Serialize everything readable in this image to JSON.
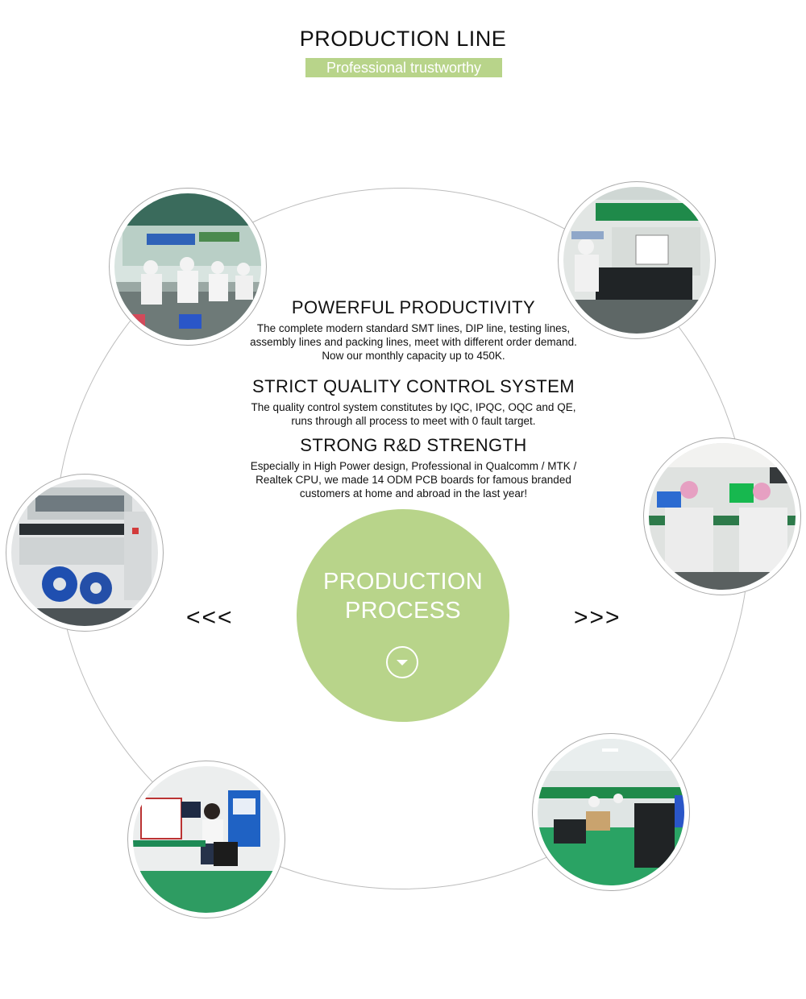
{
  "header": {
    "title": "PRODUCTION LINE",
    "subtitle": "Professional trustworthy"
  },
  "sections": [
    {
      "heading": "POWERFUL PRODUCTIVITY",
      "lines": [
        "The complete modern standard SMT lines, DIP line, testing lines,",
        "assembly lines and packing lines, meet with different order demand.",
        "Now our monthly capacity up to 450K."
      ]
    },
    {
      "heading": "STRICT QUALITY CONTROL SYSTEM",
      "lines": [
        "The quality control system constitutes by IQC, IPQC, OQC and QE,",
        "runs through all process to meet with 0 fault target."
      ]
    },
    {
      "heading": "STRONG R&D STRENGTH",
      "lines": [
        "Especially in High Power design, Professional in Qualcomm / MTK /",
        "Realtek CPU, we made 14 ODM PCB boards for famous branded",
        "customers at home and abroad in the last year!"
      ]
    }
  ],
  "hub": {
    "line1": "PRODUCTION",
    "line2": "PROCESS",
    "icon": "chevron-down-icon"
  },
  "nav": {
    "prev": "<<<",
    "next": ">>>"
  },
  "colors": {
    "accent": "#b8d48a",
    "text": "#111111",
    "ring": "#bdbdbd"
  }
}
